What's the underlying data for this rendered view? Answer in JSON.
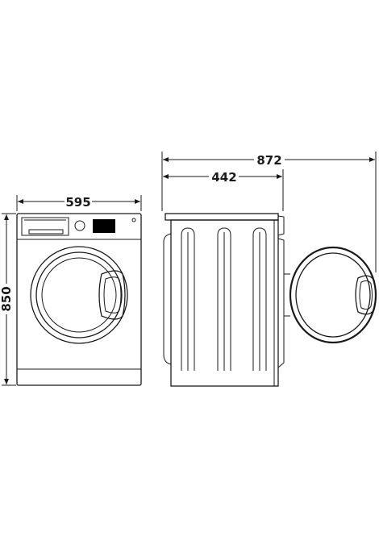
{
  "dimensions": {
    "width": "595",
    "height": "850",
    "depth_body": "442",
    "depth_door_open": "872"
  },
  "colors": {
    "line": "#1a1a1a",
    "display": "#000000",
    "background": "#ffffff"
  }
}
